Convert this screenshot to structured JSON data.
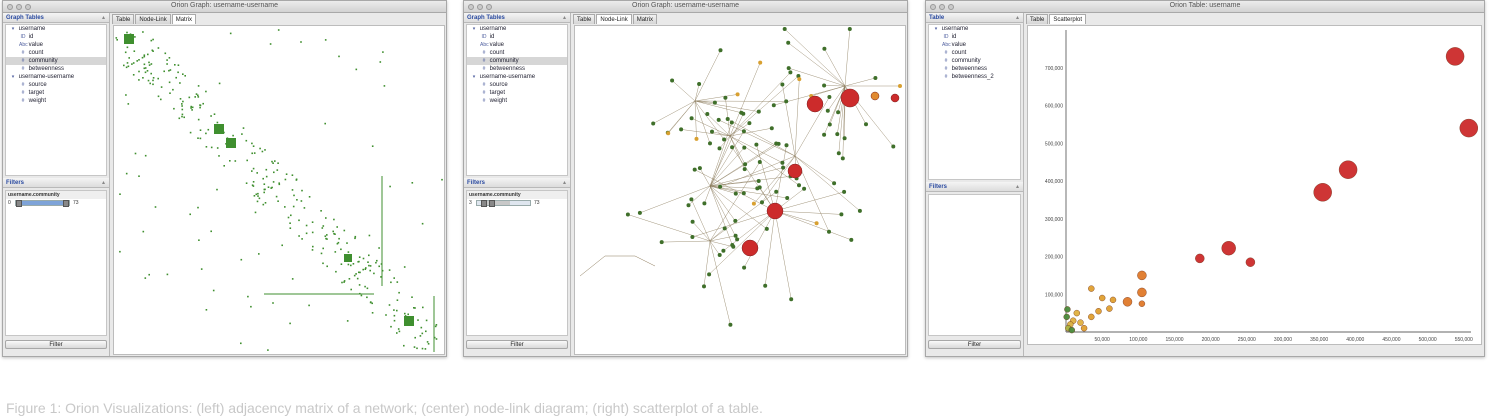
{
  "windows": [
    {
      "title": "Orion Graph: username-username",
      "tree_header": "Graph Tables",
      "tree": [
        {
          "indent": 0,
          "icon": "▾",
          "label": "username"
        },
        {
          "indent": 1,
          "icon": "ID",
          "label": "id"
        },
        {
          "indent": 1,
          "icon": "Abc",
          "label": "value"
        },
        {
          "indent": 1,
          "icon": "#",
          "label": "count"
        },
        {
          "indent": 1,
          "icon": "#",
          "label": "community",
          "selected": true
        },
        {
          "indent": 1,
          "icon": "#",
          "label": "betweenness"
        },
        {
          "indent": 0,
          "icon": "▾",
          "label": "username-username"
        },
        {
          "indent": 1,
          "icon": "#",
          "label": "source"
        },
        {
          "indent": 1,
          "icon": "#",
          "label": "target"
        },
        {
          "indent": 1,
          "icon": "#",
          "label": "weight"
        }
      ],
      "filter_header": "Filters",
      "filter_title": "username.community",
      "slider_min": "0",
      "slider_max": "73",
      "filter_button": "Filter",
      "tabs": [
        "Table",
        "Node-Link",
        "Matrix"
      ],
      "active_tab": 2
    },
    {
      "title": "Orion Graph: username-username",
      "tree_header": "Graph Tables",
      "tree": [
        {
          "indent": 0,
          "icon": "▾",
          "label": "username"
        },
        {
          "indent": 1,
          "icon": "ID",
          "label": "id"
        },
        {
          "indent": 1,
          "icon": "Abc",
          "label": "value"
        },
        {
          "indent": 1,
          "icon": "#",
          "label": "count"
        },
        {
          "indent": 1,
          "icon": "#",
          "label": "community",
          "selected": true
        },
        {
          "indent": 1,
          "icon": "#",
          "label": "betweenness"
        },
        {
          "indent": 0,
          "icon": "▾",
          "label": "username-username"
        },
        {
          "indent": 1,
          "icon": "#",
          "label": "source"
        },
        {
          "indent": 1,
          "icon": "#",
          "label": "target"
        },
        {
          "indent": 1,
          "icon": "#",
          "label": "weight"
        }
      ],
      "filter_header": "Filters",
      "filter_title": "username.community",
      "slider_min": "3",
      "slider_max": "73",
      "filter_button": "Filter",
      "tabs": [
        "Table",
        "Node-Link",
        "Matrix"
      ],
      "active_tab": 1
    },
    {
      "title": "Orion Table: username",
      "tree_header": "Table",
      "tree": [
        {
          "indent": 0,
          "icon": "▾",
          "label": "username"
        },
        {
          "indent": 1,
          "icon": "ID",
          "label": "id"
        },
        {
          "indent": 1,
          "icon": "Abc",
          "label": "value"
        },
        {
          "indent": 1,
          "icon": "#",
          "label": "count"
        },
        {
          "indent": 1,
          "icon": "#",
          "label": "community"
        },
        {
          "indent": 1,
          "icon": "#",
          "label": "betweenness"
        },
        {
          "indent": 1,
          "icon": "#",
          "label": "betweenness_2"
        }
      ],
      "filter_header": "Filters",
      "filter_button": "Filter",
      "tabs": [
        "Table",
        "Scatterplot"
      ],
      "active_tab": 1
    }
  ],
  "chart_data": {
    "type": "scatter",
    "x_ticks": [
      "50,000",
      "100,000",
      "150,000",
      "200,000",
      "250,000",
      "300,000",
      "350,000",
      "400,000",
      "450,000",
      "500,000",
      "550,000"
    ],
    "y_ticks": [
      "100,000",
      "200,000",
      "300,000",
      "400,000",
      "500,000",
      "600,000",
      "700,000"
    ],
    "xlim": [
      0,
      560000
    ],
    "ylim": [
      0,
      800000
    ],
    "points": [
      {
        "x": 538000,
        "y": 730000,
        "size": "large",
        "color": "#cc2b2b"
      },
      {
        "x": 557000,
        "y": 540000,
        "size": "large",
        "color": "#cc2b2b"
      },
      {
        "x": 390000,
        "y": 430000,
        "size": "large",
        "color": "#cc2b2b"
      },
      {
        "x": 355000,
        "y": 370000,
        "size": "large",
        "color": "#cc2b2b"
      },
      {
        "x": 225000,
        "y": 222000,
        "size": "medium",
        "color": "#cc2b2b"
      },
      {
        "x": 185000,
        "y": 195000,
        "size": "small",
        "color": "#cc2b2b"
      },
      {
        "x": 255000,
        "y": 185000,
        "size": "small",
        "color": "#cc2b2b"
      },
      {
        "x": 105000,
        "y": 150000,
        "size": "small",
        "color": "#e07a2a"
      },
      {
        "x": 105000,
        "y": 105000,
        "size": "small",
        "color": "#e07a2a"
      },
      {
        "x": 85000,
        "y": 80000,
        "size": "small",
        "color": "#e07a2a"
      },
      {
        "x": 105000,
        "y": 75000,
        "size": "tiny",
        "color": "#e07a2a"
      },
      {
        "x": 65000,
        "y": 85000,
        "size": "tiny",
        "color": "#e0a030"
      },
      {
        "x": 50000,
        "y": 90000,
        "size": "tiny",
        "color": "#e0a030"
      },
      {
        "x": 60000,
        "y": 62000,
        "size": "tiny",
        "color": "#e0a030"
      },
      {
        "x": 45000,
        "y": 55000,
        "size": "tiny",
        "color": "#e0a030"
      },
      {
        "x": 35000,
        "y": 40000,
        "size": "tiny",
        "color": "#e0a030"
      },
      {
        "x": 15000,
        "y": 50000,
        "size": "tiny",
        "color": "#e0b040"
      },
      {
        "x": 10000,
        "y": 30000,
        "size": "tiny",
        "color": "#e0b040"
      },
      {
        "x": 6000,
        "y": 20000,
        "size": "tiny",
        "color": "#d9b040"
      },
      {
        "x": 3000,
        "y": 10000,
        "size": "tiny",
        "color": "#a8b040"
      },
      {
        "x": 20000,
        "y": 25000,
        "size": "tiny",
        "color": "#e0b040"
      },
      {
        "x": 2000,
        "y": 60000,
        "size": "tiny",
        "color": "#4a8a3a"
      },
      {
        "x": 1000,
        "y": 40000,
        "size": "tiny",
        "color": "#4a8a3a"
      },
      {
        "x": 8000,
        "y": 5000,
        "size": "tiny",
        "color": "#4a8a3a"
      },
      {
        "x": 35000,
        "y": 115000,
        "size": "tiny",
        "color": "#e0a030"
      },
      {
        "x": 25000,
        "y": 10000,
        "size": "tiny",
        "color": "#e0a030"
      }
    ],
    "grid": false
  },
  "caption": "Figure 1: Orion Visualizations: (left) adjacency matrix of a network; (center) node-link diagram; (right) scatterplot of a table."
}
